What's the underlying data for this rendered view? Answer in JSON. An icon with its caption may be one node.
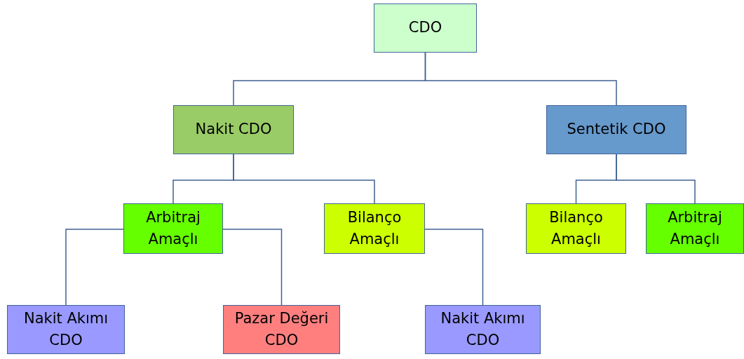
{
  "diagram": {
    "nodes": [
      {
        "text": [
          "CDO"
        ]
      },
      {
        "text": [
          "Nakit CDO"
        ]
      },
      {
        "text": [
          "Sentetik CDO"
        ]
      },
      {
        "text": [
          "Arbitraj Amaçlı"
        ]
      },
      {
        "text": [
          "Bilanço Amaçlı"
        ]
      },
      {
        "text": [
          "Bilanço Amaçlı"
        ]
      },
      {
        "text": [
          "Arbitraj Amaçlı"
        ]
      },
      {
        "text": [
          "Nakit Akımı CDO"
        ]
      },
      {
        "text": [
          "Pazar Değeri CDO"
        ]
      },
      {
        "text": [
          "Nakit Akımı CDO"
        ]
      }
    ],
    "edges": [
      {
        "from": 0,
        "to": 1,
        "arrow": "none"
      },
      {
        "from": 0,
        "to": 2,
        "arrow": "none"
      },
      {
        "from": 1,
        "to": 3,
        "arrow": "none"
      },
      {
        "from": 1,
        "to": 4,
        "arrow": "none"
      },
      {
        "from": 2,
        "to": 5,
        "arrow": "none"
      },
      {
        "from": 2,
        "to": 6,
        "arrow": "none"
      },
      {
        "from": 3,
        "to": 7,
        "arrow": "none"
      },
      {
        "from": 3,
        "to": 8,
        "arrow": "none"
      },
      {
        "from": 4,
        "to": 9,
        "arrow": "none"
      }
    ]
  }
}
